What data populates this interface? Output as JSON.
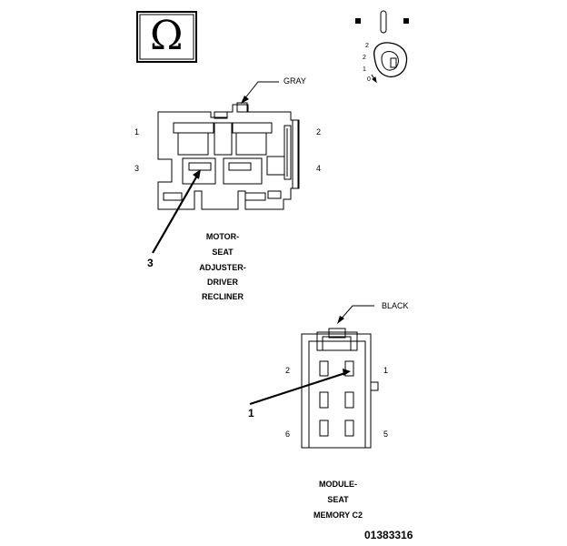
{
  "connector_1": {
    "color_label": "GRAY",
    "pin_labels": [
      "1",
      "2",
      "3",
      "4"
    ],
    "callout_number": "3",
    "caption_lines": [
      "MOTOR-",
      "SEAT",
      "ADJUSTER-",
      "DRIVER",
      "RECLINER"
    ]
  },
  "connector_2": {
    "color_label": "BLACK",
    "pin_labels": [
      "2",
      "1",
      "6",
      "5"
    ],
    "callout_number": "1",
    "caption_lines": [
      "MODULE-",
      "SEAT",
      "MEMORY C2"
    ]
  },
  "ignition": {
    "positions": [
      "2",
      "2",
      "1",
      "0"
    ]
  },
  "figure_id": "01383316",
  "symbol": "Ω"
}
